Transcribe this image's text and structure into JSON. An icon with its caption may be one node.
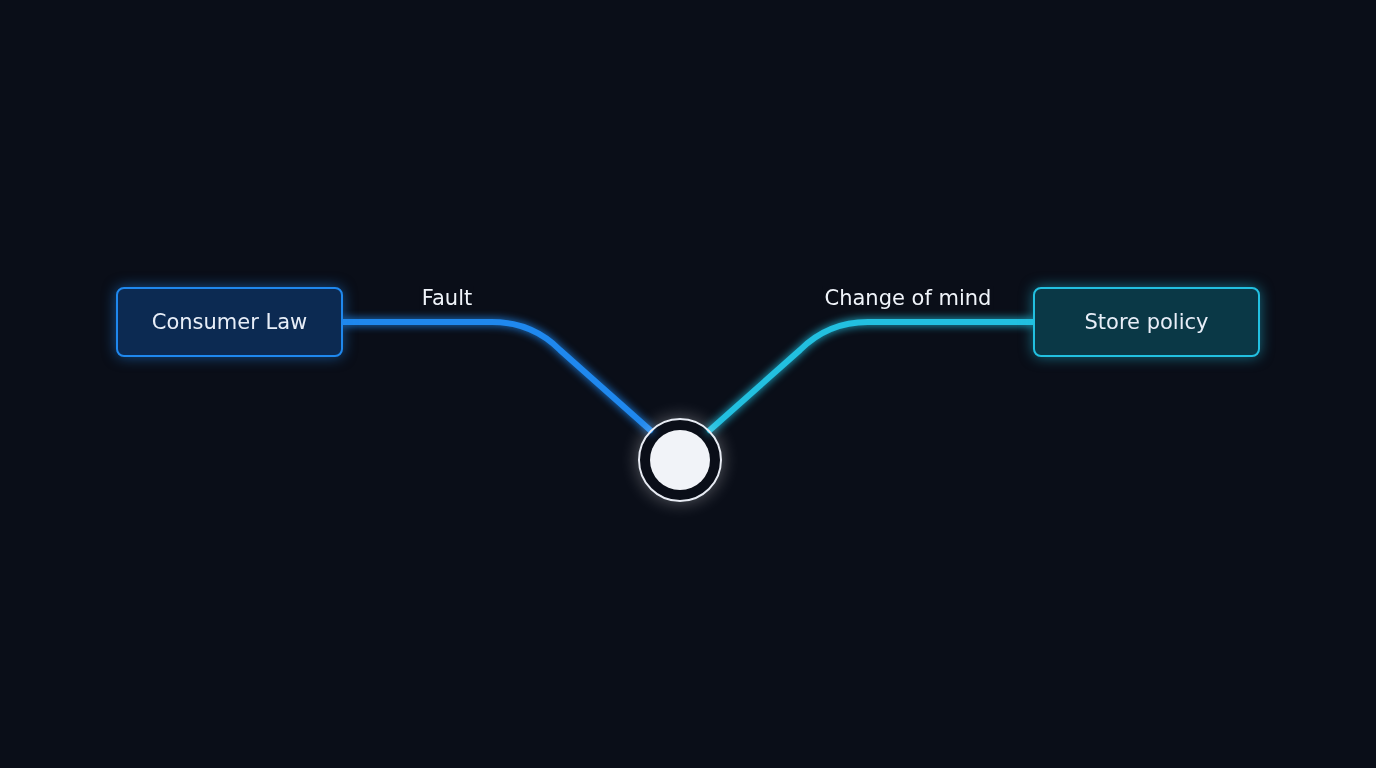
{
  "diagram": {
    "nodes": [
      {
        "text": [
          "Consumer Law"
        ]
      },
      {
        "text": [
          "Store policy"
        ]
      },
      {
        "text": [],
        "shape": "circle"
      }
    ],
    "edges": [
      {
        "from": 0,
        "to": 2,
        "arrow": "none",
        "label": "Fault"
      },
      {
        "from": 1,
        "to": 2,
        "arrow": "none",
        "label": "Change of mind",
        "color": "#22c0e0"
      }
    ]
  }
}
